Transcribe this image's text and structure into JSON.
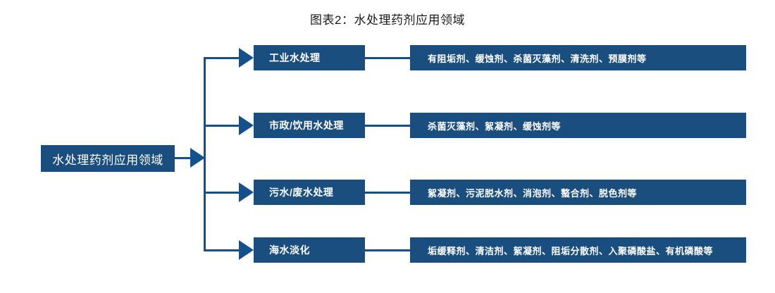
{
  "title": "图表2：水处理药剂应用领域",
  "root": {
    "label": "水处理药剂应用领域"
  },
  "colors": {
    "box_fill": "#1a4e7e",
    "connector_line": "#14508c",
    "box_text": "#ffffff",
    "title_text": "#1a1a1a",
    "background": "#ffffff"
  },
  "rows": [
    {
      "category": "工业水处理",
      "chemicals": "有阻垢剂、缓蚀剂、杀菌灭藻剂、清洗剂、预膜剂等"
    },
    {
      "category": "市政/饮用水处理",
      "chemicals": "杀菌灭藻剂、絮凝剂、缓蚀剂等"
    },
    {
      "category": "污水/废水处理",
      "chemicals": "絮凝剂、污泥脱水剂、消泡剂、螯合剂、脱色剂等"
    },
    {
      "category": "海水淡化",
      "chemicals": "垢缓释剂、清洁剂、絮凝剂、阻垢分散剂、入聚磷酸盐、有机磷酸等"
    }
  ]
}
